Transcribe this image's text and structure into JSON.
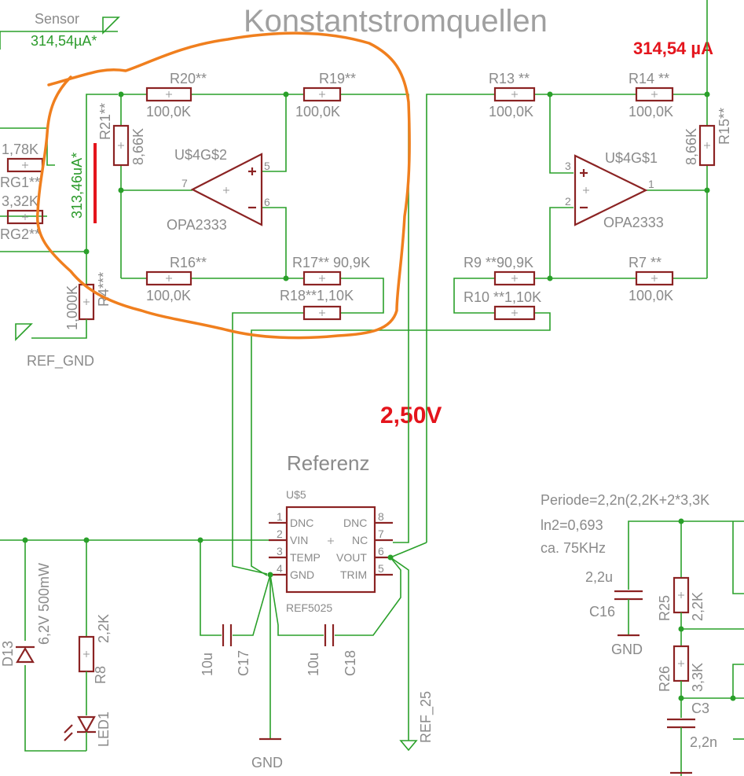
{
  "title": "Konstantstromquellen",
  "highlights": {
    "current_right": "314,54 µA",
    "voltage": "2,50V"
  },
  "sensor": {
    "label": "Sensor",
    "value": "314,54µA*",
    "measured": "313,46uA*"
  },
  "ref_gnd": "REF_GND",
  "left_resistors": {
    "rg1_value": "1,78K",
    "rg1_name": "RG1**",
    "rg2_value": "3,32K",
    "rg2_name": "RG2**",
    "r4_value": "1,000K",
    "r4_name": "R4***"
  },
  "opamp_left": {
    "name": "U$4G$2",
    "type": "OPA2333",
    "pin_top": "5",
    "pin_bottom": "6",
    "pin_out": "7"
  },
  "opamp_right": {
    "name": "U$4G$1",
    "type": "OPA2333",
    "pin_top": "3",
    "pin_bottom": "2",
    "pin_out": "1"
  },
  "resistors": {
    "r20": {
      "name": "R20**",
      "value": "100,0K"
    },
    "r19": {
      "name": "R19**",
      "value": "100,0K"
    },
    "r21": {
      "name": "R21**",
      "value": "8,66K"
    },
    "r16": {
      "name": "R16**",
      "value": "100,0K"
    },
    "r17": {
      "name": "R17** 90,9K"
    },
    "r18": {
      "name": "R18**1,10K"
    },
    "r13": {
      "name": "R13 **",
      "value": "100,0K"
    },
    "r14": {
      "name": "R14 **",
      "value": "100,0K"
    },
    "r15": {
      "name": "R15**",
      "value": "8,66K"
    },
    "r9": {
      "name": "R9 **90,9K"
    },
    "r10": {
      "name": "R10 **1,10K"
    },
    "r7": {
      "name": "R7 **",
      "value": "100,0K"
    }
  },
  "reference": {
    "heading": "Referenz",
    "part": "U$5",
    "model": "REF5025",
    "pins_left": [
      {
        "num": "1",
        "name": "DNC"
      },
      {
        "num": "2",
        "name": "VIN"
      },
      {
        "num": "3",
        "name": "TEMP"
      },
      {
        "num": "4",
        "name": "GND"
      }
    ],
    "pins_right": [
      {
        "num": "8",
        "name": "DNC"
      },
      {
        "num": "7",
        "name": "NC"
      },
      {
        "num": "6",
        "name": "VOUT"
      },
      {
        "num": "5",
        "name": "TRIM"
      }
    ]
  },
  "lower_left": {
    "d13_name": "D13",
    "d13_value": "6,2V 500mW",
    "r8_name": "R8",
    "r8_value": "2,2K",
    "led_name": "LED1",
    "c17_name": "C17",
    "c17_value": "10u",
    "c18_name": "C18",
    "c18_value": "10u",
    "gnd": "GND",
    "ref25": "REF_25"
  },
  "oscillator": {
    "note1": "Periode=2,2n(2,2K+2*3,3K",
    "note2": "ln2=0,693",
    "note3": "ca. 75KHz",
    "c16_value": "2,2u",
    "c16_name": "C16",
    "gnd": "GND",
    "r25_name": "R25",
    "r25_value": "2,2K",
    "r26_name": "R26",
    "r26_value": "3,3K",
    "c3_name": "C3",
    "c3_value": "2,2n"
  },
  "colors": {
    "wire": "#2aa02a",
    "component": "#8b2323",
    "label": "#8a8a8a",
    "highlight": "#e4141c",
    "annotation": "#f07f1e"
  }
}
